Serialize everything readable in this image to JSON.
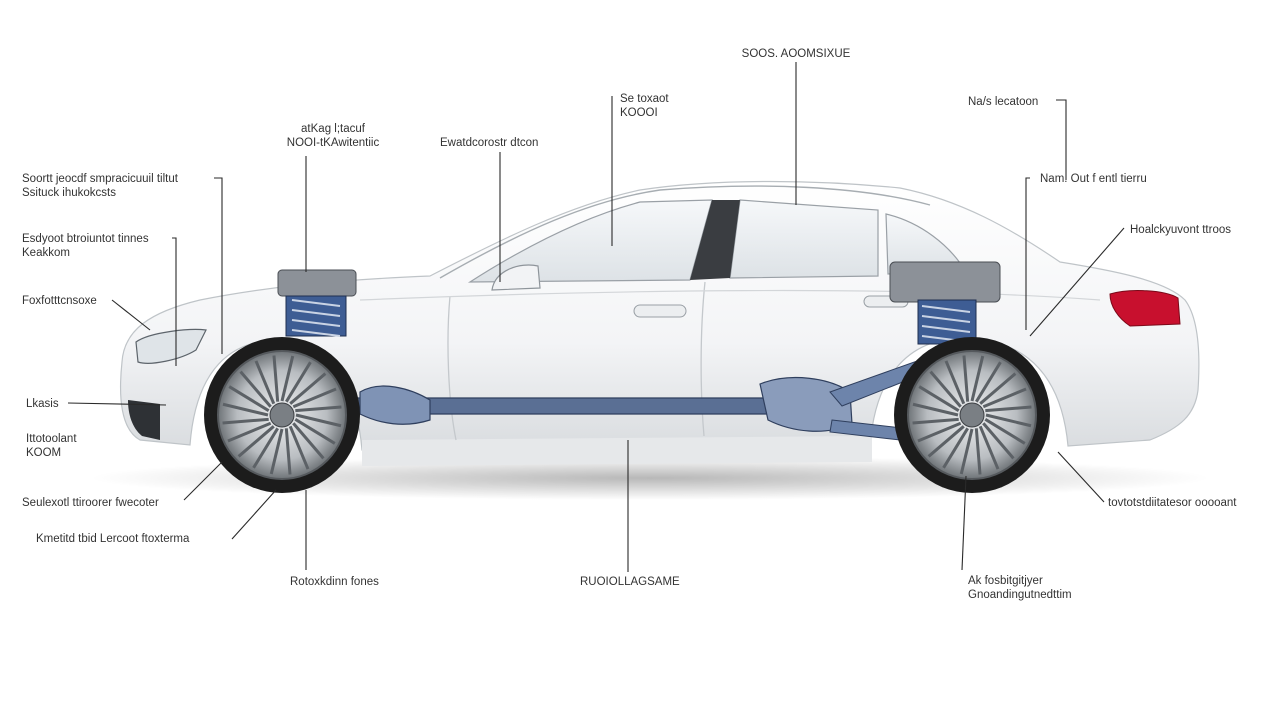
{
  "labels": {
    "top_center": "SOOS. AOOMSIXUE",
    "top_mid_1": "Se toxaot",
    "top_mid_2": "KOOOI",
    "top_right": "Na/s lecatoon",
    "left_top_1": "atKag l;tacuf",
    "left_top_2": "NOOI-tKAwitentiic",
    "upper_mid": "Ewatdcorostr dtcon",
    "left1_1": "Soortt jeocdf smpracicuuil tiltut",
    "left1_2": "Ssituck ihukokcsts",
    "right1": "Nam.   Out f entl tierru",
    "left2_1": "Esdyoot btroiuntot tinnes",
    "left2_2": "Keakkom",
    "right2": "Hoalckyuvont ttroos",
    "left3": "Foxfotttcnsoxe",
    "left4": "Lkasis",
    "left5_1": "Ittotoolant",
    "left5_2": "KOOM",
    "left6": "Seulexotl ttiroorer fwecoter",
    "right6": "tovtotstdiitatesor ooooant",
    "left7": "Kmetitd tbid  Lercoot ftoxterma",
    "bottom_1": "Rotoxkdinn fones",
    "bottom_2": "RUOIOLLAGSAME",
    "bottom_right_1": "Ak fosbitgitjyer",
    "bottom_right_2": "Gnoandingutnedttim"
  },
  "colors": {
    "body": "#f6f7f8",
    "glass": "#e9edf0",
    "suspension": "#3e5d94",
    "taillight": "#c8102e",
    "tire": "#1c1c1c",
    "rim": "#9ea3a8"
  }
}
